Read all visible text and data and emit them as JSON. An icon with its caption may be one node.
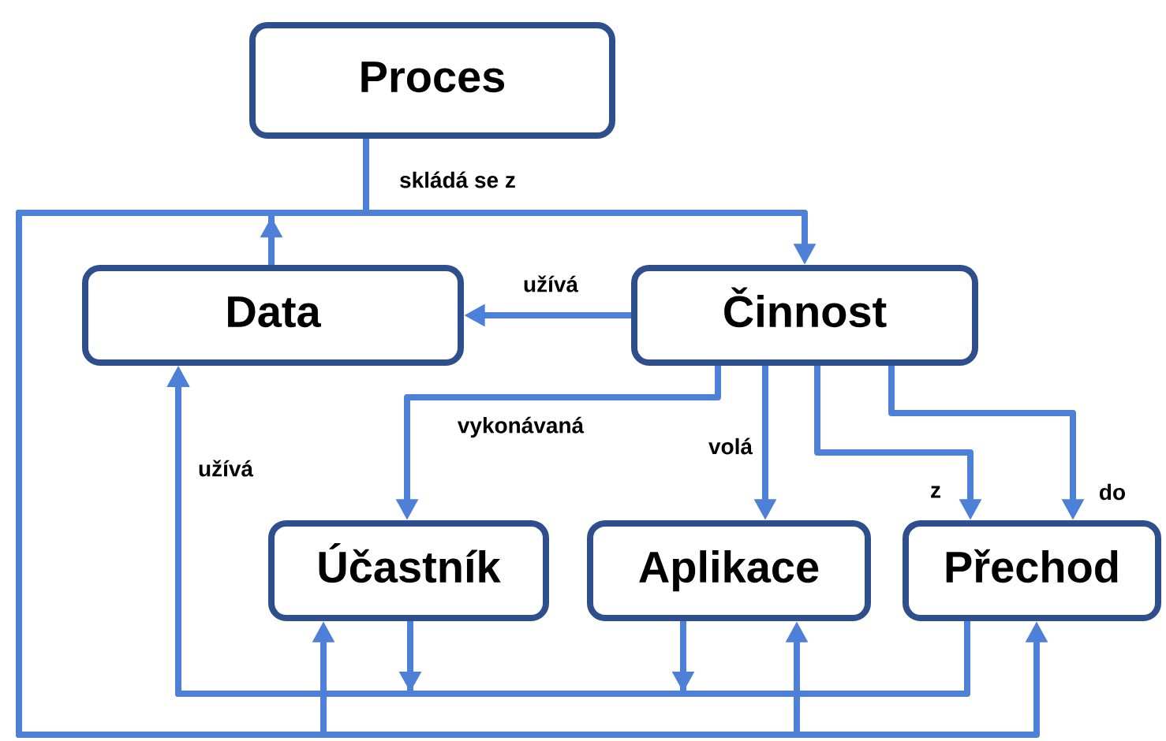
{
  "diagram": {
    "nodes": [
      {
        "text": [
          "Proces"
        ]
      },
      {
        "text": [
          "Data"
        ]
      },
      {
        "text": [
          "Činnost"
        ]
      },
      {
        "text": [
          "Účastník"
        ]
      },
      {
        "text": [
          "Aplikace"
        ]
      },
      {
        "text": [
          "Přechod"
        ]
      }
    ],
    "edges": [
      {
        "from": 0,
        "to": 2,
        "arrow": "to",
        "label": "skládá se z"
      },
      {
        "from": 1,
        "to": 0,
        "arrow": "to"
      },
      {
        "from": 0,
        "to": 3,
        "arrow": "to"
      },
      {
        "from": 0,
        "to": 4,
        "arrow": "to"
      },
      {
        "from": 0,
        "to": 5,
        "arrow": "to"
      },
      {
        "from": 2,
        "to": 1,
        "arrow": "to",
        "label": "užívá"
      },
      {
        "from": 2,
        "to": 3,
        "arrow": "to",
        "label": "vykonávaná"
      },
      {
        "from": 2,
        "to": 4,
        "arrow": "to",
        "label": "volá"
      },
      {
        "from": 2,
        "to": 5,
        "arrow": "to",
        "label": "z"
      },
      {
        "from": 2,
        "to": 5,
        "arrow": "to",
        "label": "do"
      },
      {
        "from": 3,
        "to": 1,
        "arrow": "to",
        "label": "užívá"
      },
      {
        "from": 4,
        "to": 1,
        "arrow": "to"
      },
      {
        "from": 5,
        "to": 1,
        "arrow": "to"
      }
    ]
  }
}
